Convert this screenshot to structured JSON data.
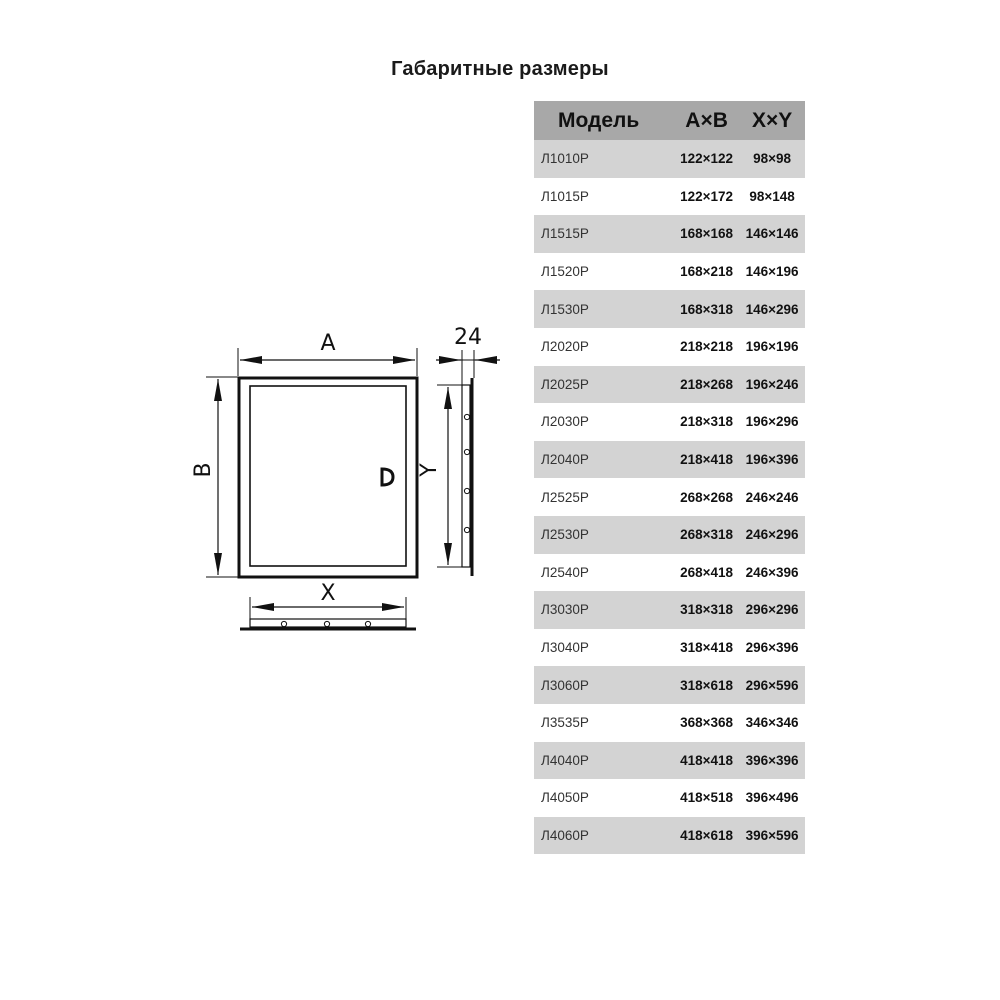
{
  "title": "Габаритные размеры",
  "diagram": {
    "label_a": "A",
    "label_b": "B",
    "label_x": "X",
    "label_y": "Y",
    "label_depth": "24",
    "handle_glyph": "D"
  },
  "table": {
    "headers": [
      "Модель",
      "A×B",
      "X×Y"
    ],
    "rows": [
      {
        "model": "Л1010Р",
        "ab": "122×122",
        "xy": "98×98"
      },
      {
        "model": "Л1015Р",
        "ab": "122×172",
        "xy": "98×148"
      },
      {
        "model": "Л1515Р",
        "ab": "168×168",
        "xy": "146×146"
      },
      {
        "model": "Л1520Р",
        "ab": "168×218",
        "xy": "146×196"
      },
      {
        "model": "Л1530Р",
        "ab": "168×318",
        "xy": "146×296"
      },
      {
        "model": "Л2020Р",
        "ab": "218×218",
        "xy": "196×196"
      },
      {
        "model": "Л2025Р",
        "ab": "218×268",
        "xy": "196×246"
      },
      {
        "model": "Л2030Р",
        "ab": "218×318",
        "xy": "196×296"
      },
      {
        "model": "Л2040Р",
        "ab": "218×418",
        "xy": "196×396"
      },
      {
        "model": "Л2525Р",
        "ab": "268×268",
        "xy": "246×246"
      },
      {
        "model": "Л2530Р",
        "ab": "268×318",
        "xy": "246×296"
      },
      {
        "model": "Л2540Р",
        "ab": "268×418",
        "xy": "246×396"
      },
      {
        "model": "Л3030Р",
        "ab": "318×318",
        "xy": "296×296"
      },
      {
        "model": "Л3040Р",
        "ab": "318×418",
        "xy": "296×396"
      },
      {
        "model": "Л3060Р",
        "ab": "318×618",
        "xy": "296×596"
      },
      {
        "model": "Л3535Р",
        "ab": "368×368",
        "xy": "346×346"
      },
      {
        "model": "Л4040Р",
        "ab": "418×418",
        "xy": "396×396"
      },
      {
        "model": "Л4050Р",
        "ab": "418×518",
        "xy": "396×496"
      },
      {
        "model": "Л4060Р",
        "ab": "418×618",
        "xy": "396×596"
      }
    ]
  },
  "colors": {
    "header_bg": "#a8a8a8",
    "row_shaded": "#d3d3d3",
    "row_plain": "#ffffff",
    "line": "#111111"
  }
}
